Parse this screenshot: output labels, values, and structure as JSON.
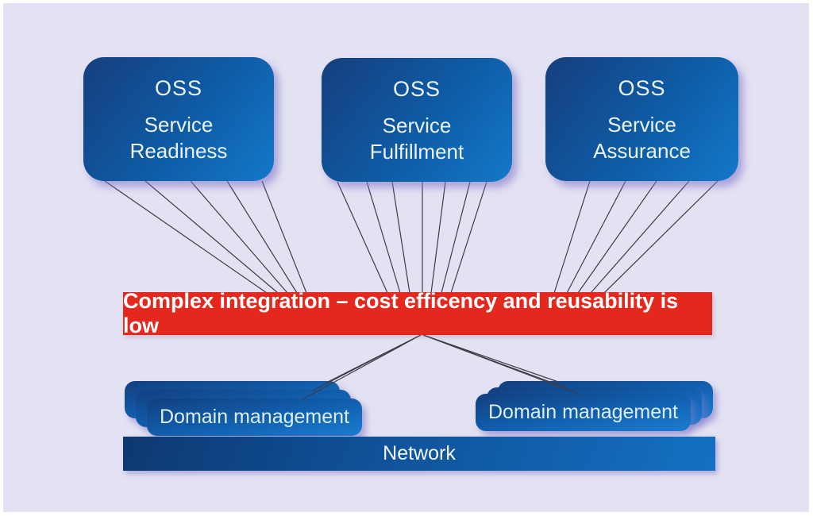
{
  "diagram": {
    "top_boxes": [
      {
        "title": "OSS",
        "subtitle_line1": "Service",
        "subtitle_line2": "Readiness"
      },
      {
        "title": "OSS",
        "subtitle_line1": "Service",
        "subtitle_line2": "Fulfillment"
      },
      {
        "title": "OSS",
        "subtitle_line1": "Service",
        "subtitle_line2": "Assurance"
      }
    ],
    "banner": {
      "text": "Complex integration – cost efficency and reusability is low"
    },
    "domain_stacks": [
      {
        "label": "Domain management"
      },
      {
        "label": "Domain management"
      }
    ],
    "network": {
      "label": "Network"
    }
  },
  "colors": {
    "page_background": "#ffffff",
    "canvas_background": "#e3e2f3",
    "box_blue_dark": "#163f7e",
    "box_blue_mid": "#0e5ca6",
    "box_blue_light": "#1478c9",
    "banner_red": "#e5281d",
    "connector_line": "#3c3c48",
    "box_text": "#ecf5fd",
    "banner_text": "#ffffff"
  }
}
